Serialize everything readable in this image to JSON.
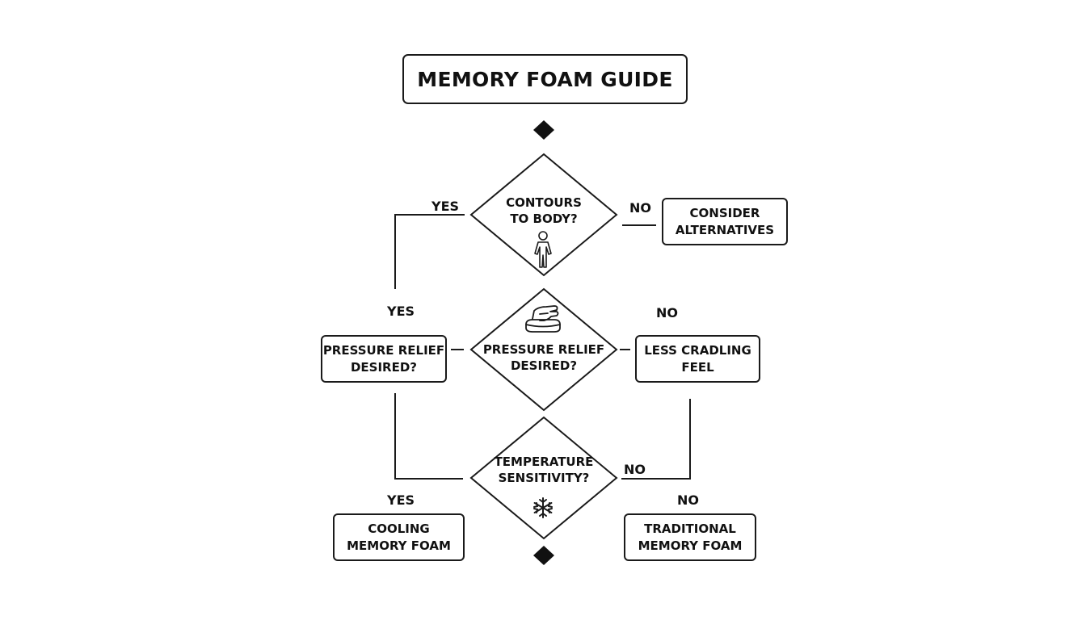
{
  "title": "MEMORY FOAM GUIDE",
  "decisions": {
    "contours": "CONTOURS\nTO BODY?",
    "pressure": "PRESSURE RELIEF\nDESIRED?",
    "temperature": "TEMPERATURE\nSENSITIVITY?"
  },
  "boxes": {
    "consider_alternatives": "CONSIDER\nALTERNATIVES",
    "pressure_relief_left": "PRESSURE RELIEF\nDESIRED?",
    "less_cradling": "LESS CRADLING\nFEEL",
    "cooling": "COOLING\nMEMORY FOAM",
    "traditional": "TRADITIONAL\nMEMORY FOAM"
  },
  "labels": {
    "yes_top": "YES",
    "no_top": "NO",
    "yes_mid": "YES",
    "no_mid": "NO",
    "no_temp": "NO",
    "yes_bottom": "YES",
    "no_bottom": "NO"
  },
  "icons": {
    "contours": "person-icon",
    "pressure": "hand-pressing-cushion-icon",
    "temperature": "snowflake-icon"
  },
  "colors": {
    "stroke": "#1a1a1a",
    "background": "#ffffff"
  }
}
